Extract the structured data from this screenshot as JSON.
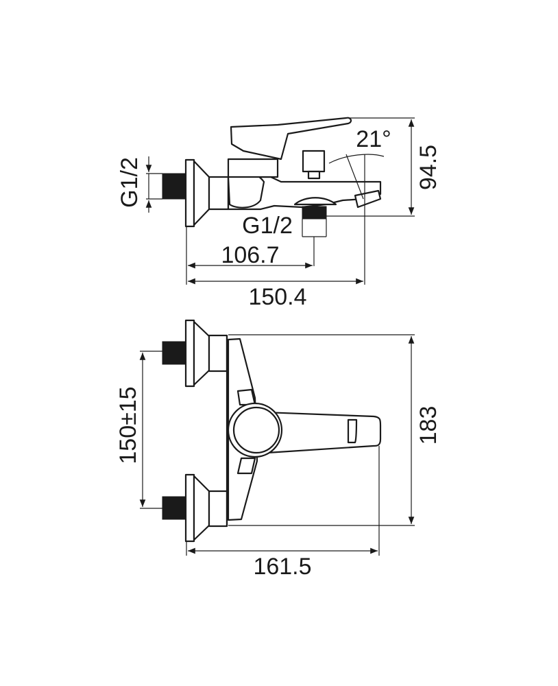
{
  "side_view": {
    "inlet_thread_label": "G1/2",
    "outlet_thread_label": "G1/2",
    "angle_label": "21°",
    "height_label": "94.5",
    "outlet_offset_label": "106.7",
    "depth_label": "150.4"
  },
  "top_view": {
    "inlet_spacing_label": "150±15",
    "width_label": "183",
    "depth_label": "161.5"
  }
}
